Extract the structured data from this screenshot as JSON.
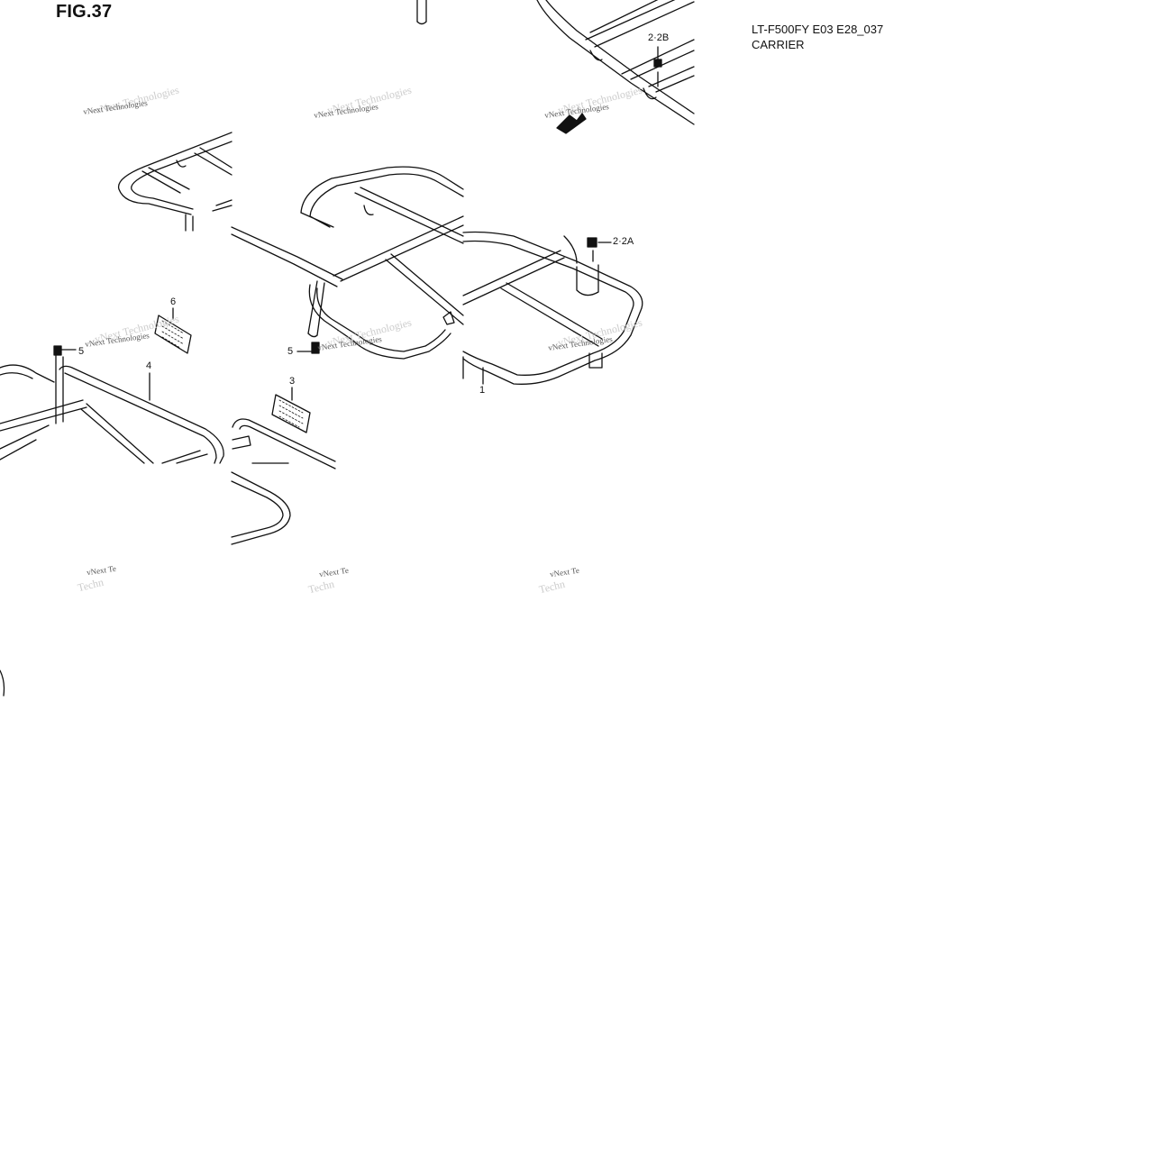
{
  "header": {
    "figure_label": "FIG.37",
    "model_code": "LT-F500FY E03 E28_037",
    "section_name": "CARRIER"
  },
  "watermark": {
    "line1": "vNext Technologies",
    "line1_short": "vNext Te",
    "line2_short": "Techn"
  },
  "callouts": [
    {
      "id": "c-2-2b",
      "label": "2·2B"
    },
    {
      "id": "c-2-2a",
      "label": "2·2A"
    },
    {
      "id": "c-6",
      "label": "6"
    },
    {
      "id": "c-5-left",
      "label": "5"
    },
    {
      "id": "c-4",
      "label": "4"
    },
    {
      "id": "c-5-mid",
      "label": "5"
    },
    {
      "id": "c-3",
      "label": "3"
    },
    {
      "id": "c-1",
      "label": "1"
    }
  ],
  "colors": {
    "line": "#111111",
    "background": "#ffffff"
  }
}
